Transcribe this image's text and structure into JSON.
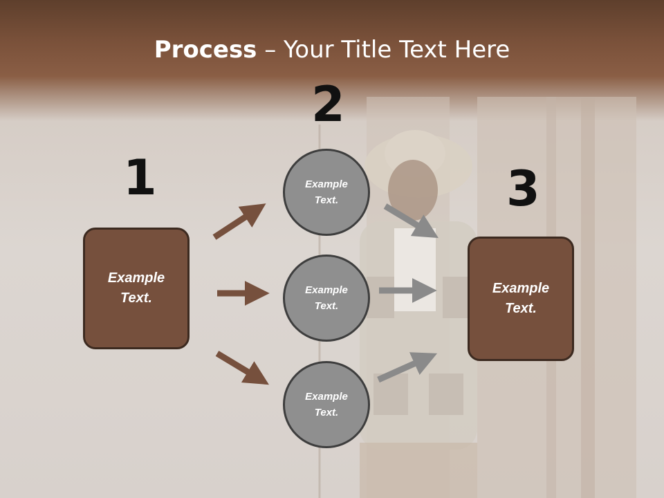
{
  "title": {
    "bold": "Process",
    "rest": " – Your Title Text Here"
  },
  "step_numbers": [
    "1",
    "2",
    "3"
  ],
  "left_box": {
    "line1": "Example",
    "line2": "Text."
  },
  "right_box": {
    "line1": "Example",
    "line2": "Text."
  },
  "circles": [
    {
      "line1": "Example",
      "line2": "Text."
    },
    {
      "line1": "Example",
      "line2": "Text."
    },
    {
      "line1": "Example",
      "line2": "Text."
    }
  ],
  "colors": {
    "header": "#6e4a34",
    "box": "#76503d",
    "box_border": "#3c2a20",
    "circle": "#8f8f8f",
    "arrow_brown": "#76503d",
    "arrow_gray": "#8a8a8a"
  }
}
